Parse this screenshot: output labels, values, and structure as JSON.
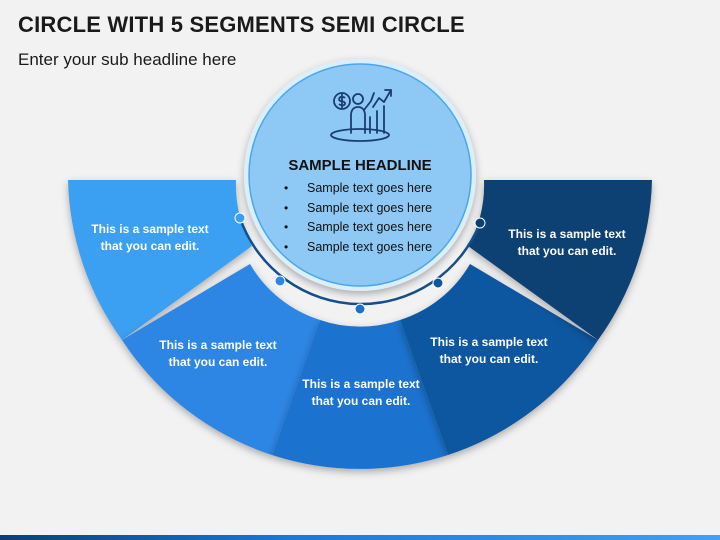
{
  "header": {
    "title": "CIRCLE WITH 5 SEGMENTS SEMI CIRCLE",
    "subtitle": "Enter your sub headline here"
  },
  "center": {
    "icon": "businessman-growth-chart-icon",
    "headline": "SAMPLE HEADLINE",
    "bullets": [
      "Sample text goes here",
      "Sample text goes here",
      "Sample text goes here",
      "Sample text goes here"
    ]
  },
  "segments": [
    {
      "text": "This is a sample text that you can edit.",
      "color": "#3b9ff2"
    },
    {
      "text": "This is a sample text that you can edit.",
      "color": "#2d86e4"
    },
    {
      "text": "This is a sample text that you can edit.",
      "color": "#1a72cf"
    },
    {
      "text": "This is a sample text that you can edit.",
      "color": "#0f56a0"
    },
    {
      "text": "This is a sample text that you can edit.",
      "color": "#0b3f73"
    }
  ],
  "colors": {
    "circle_fill": "#8ec9f5",
    "connector": "#144e8c"
  }
}
